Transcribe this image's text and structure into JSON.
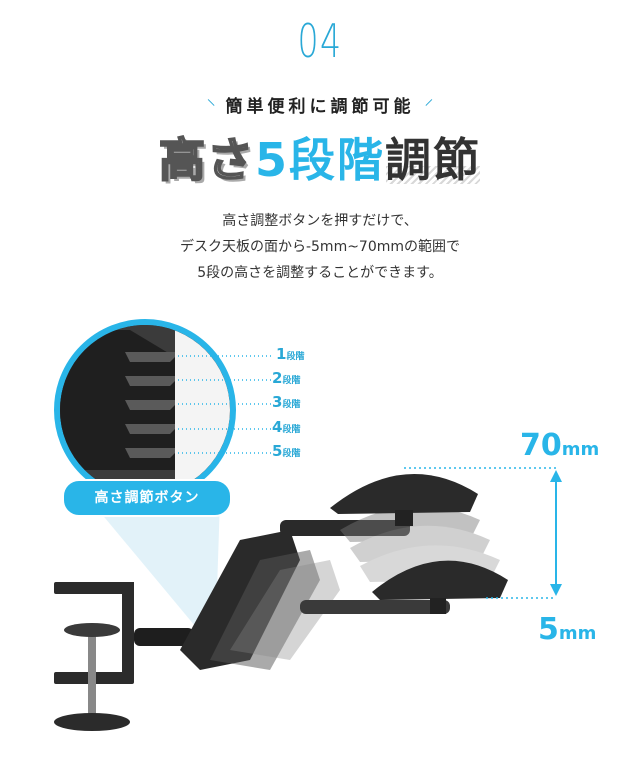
{
  "section_number": "04",
  "subtitle": "簡単便利に調節可能",
  "headline": {
    "part1": "高さ",
    "part2": "5段階",
    "part3": "調節"
  },
  "description": [
    "高さ調整ボタンを押すだけで、",
    "デスク天板の面から-5mm~70mmの範囲で",
    "5段の高さを調整することができます。"
  ],
  "steps": [
    {
      "num": "1",
      "unit": "段階"
    },
    {
      "num": "2",
      "unit": "段階"
    },
    {
      "num": "3",
      "unit": "段階"
    },
    {
      "num": "4",
      "unit": "段階"
    },
    {
      "num": "5",
      "unit": "段階"
    }
  ],
  "button_label": "高さ調節ボタン",
  "dimension_top": {
    "value": "70",
    "unit": "mm"
  },
  "dimension_bottom": {
    "value": "5",
    "unit": "mm"
  },
  "colors": {
    "accent": "#29b5e8",
    "dark": "#333333"
  }
}
